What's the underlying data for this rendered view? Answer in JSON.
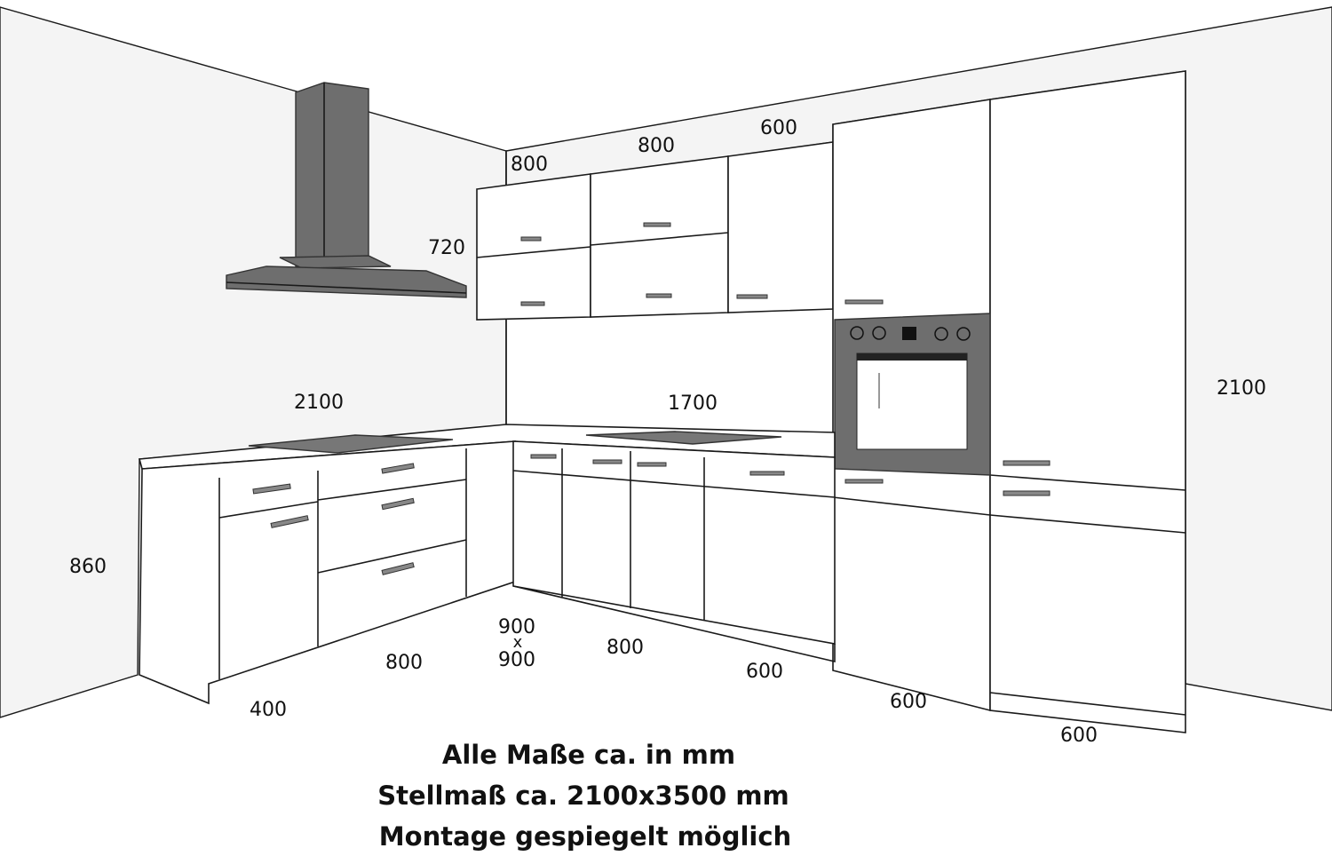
{
  "dimensions": {
    "upper_800_left": "800",
    "upper_800_mid": "800",
    "upper_600": "600",
    "upper_height": "720",
    "counter_left": "2100",
    "counter_right": "1700",
    "tall_height": "2100",
    "base_height": "860",
    "base_400": "400",
    "base_800_left": "800",
    "corner_w": "900",
    "corner_x": "x",
    "corner_d": "900",
    "base_800_right": "800",
    "base_600_a": "600",
    "base_600_b": "600",
    "base_600_c": "600"
  },
  "captions": {
    "line1": "Alle Maße ca. in mm",
    "line2": "Stellmaß ca. 2100x3500 mm",
    "line3": "Montage gespiegelt möglich"
  },
  "colors": {
    "appliance": "#6e6e6e",
    "wall": "#f4f4f4"
  }
}
